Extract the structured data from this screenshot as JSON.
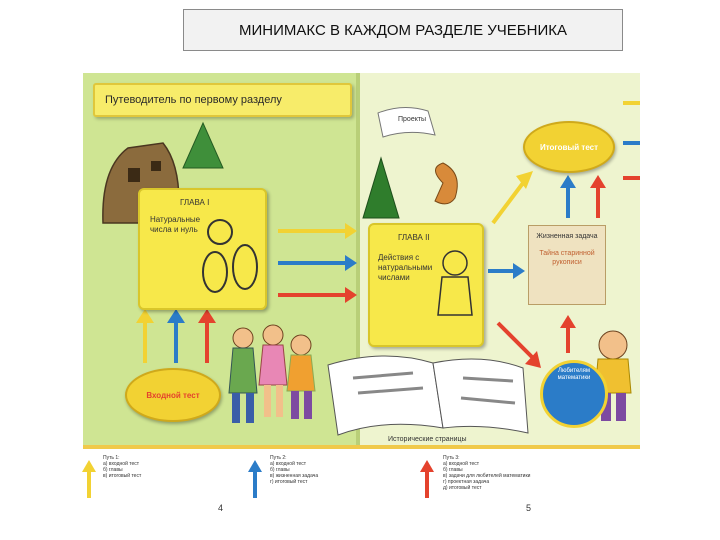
{
  "title": "МИНИМАКС В КАЖДОМ РАЗДЕЛЕ УЧЕБНИКА",
  "textbook": {
    "banner": "Путеводитель по первому разделу",
    "chapter1": {
      "label": "ГЛАВА I",
      "text": "Натуральные числа и нуль"
    },
    "chapter2": {
      "label": "ГЛАВА II",
      "text": "Действия с натуральными числами"
    },
    "entry_test": "Входной тест",
    "final_test": "Итоговый тест",
    "projects": "Проекты",
    "life_task": {
      "title": "Жизненная задача",
      "subtitle": "Тайна старинной рукописи"
    },
    "math_lovers": "Любителям математики",
    "history_pages": "Исторические страницы"
  },
  "legend": [
    {
      "color": "#f2d233",
      "lines": [
        "Путь 1:",
        "а) входной тест",
        "б) главы",
        "в) итоговый тест"
      ]
    },
    {
      "color": "#2b7cc8",
      "lines": [
        "Путь 2:",
        "а) входной тест",
        "б) главы",
        "в) жизненная задача",
        "г) итоговый тест"
      ]
    },
    {
      "color": "#e4422d",
      "lines": [
        "Путь 3:",
        "а) входной тест",
        "б) главы",
        "в) задачи для любителей математики",
        "г) проектная задача",
        "д) итоговый тест"
      ]
    }
  ],
  "page_numbers": {
    "left": "4",
    "right": "5"
  }
}
